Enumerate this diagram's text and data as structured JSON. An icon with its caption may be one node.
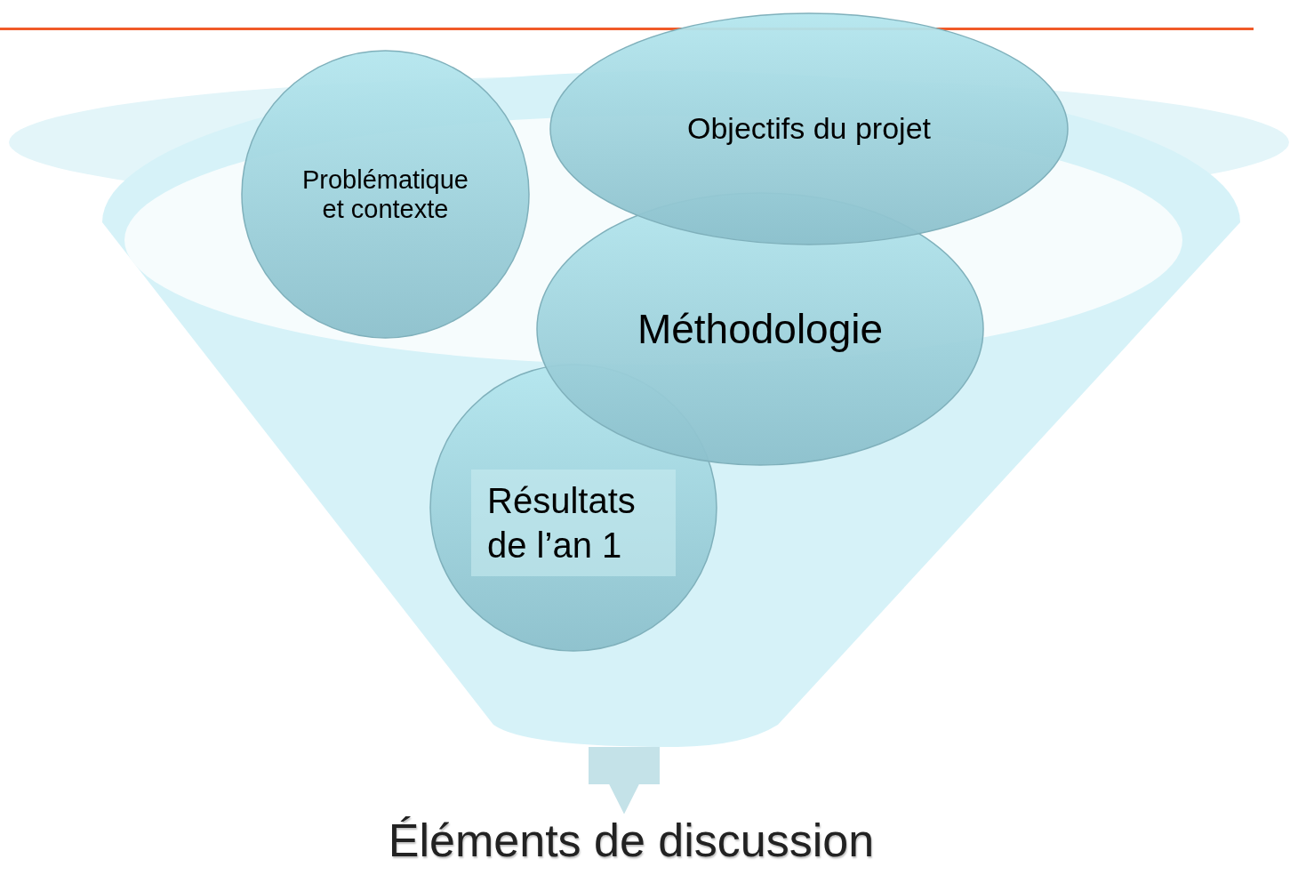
{
  "diagram": {
    "nodes": [
      {
        "text": [],
        "shape": "funnel"
      },
      {
        "text": [
          "Problématique et contexte"
        ]
      },
      {
        "text": [
          "Objectifs du projet"
        ]
      },
      {
        "text": [
          "Méthodologie"
        ],
        "in": 0
      },
      {
        "text": [
          "Résultats de l’an 1"
        ],
        "in": 0
      },
      {
        "text": [
          "Éléments de discussion"
        ]
      }
    ],
    "edges": [
      {
        "from": 0,
        "to": 5,
        "arrow": "to"
      }
    ]
  }
}
